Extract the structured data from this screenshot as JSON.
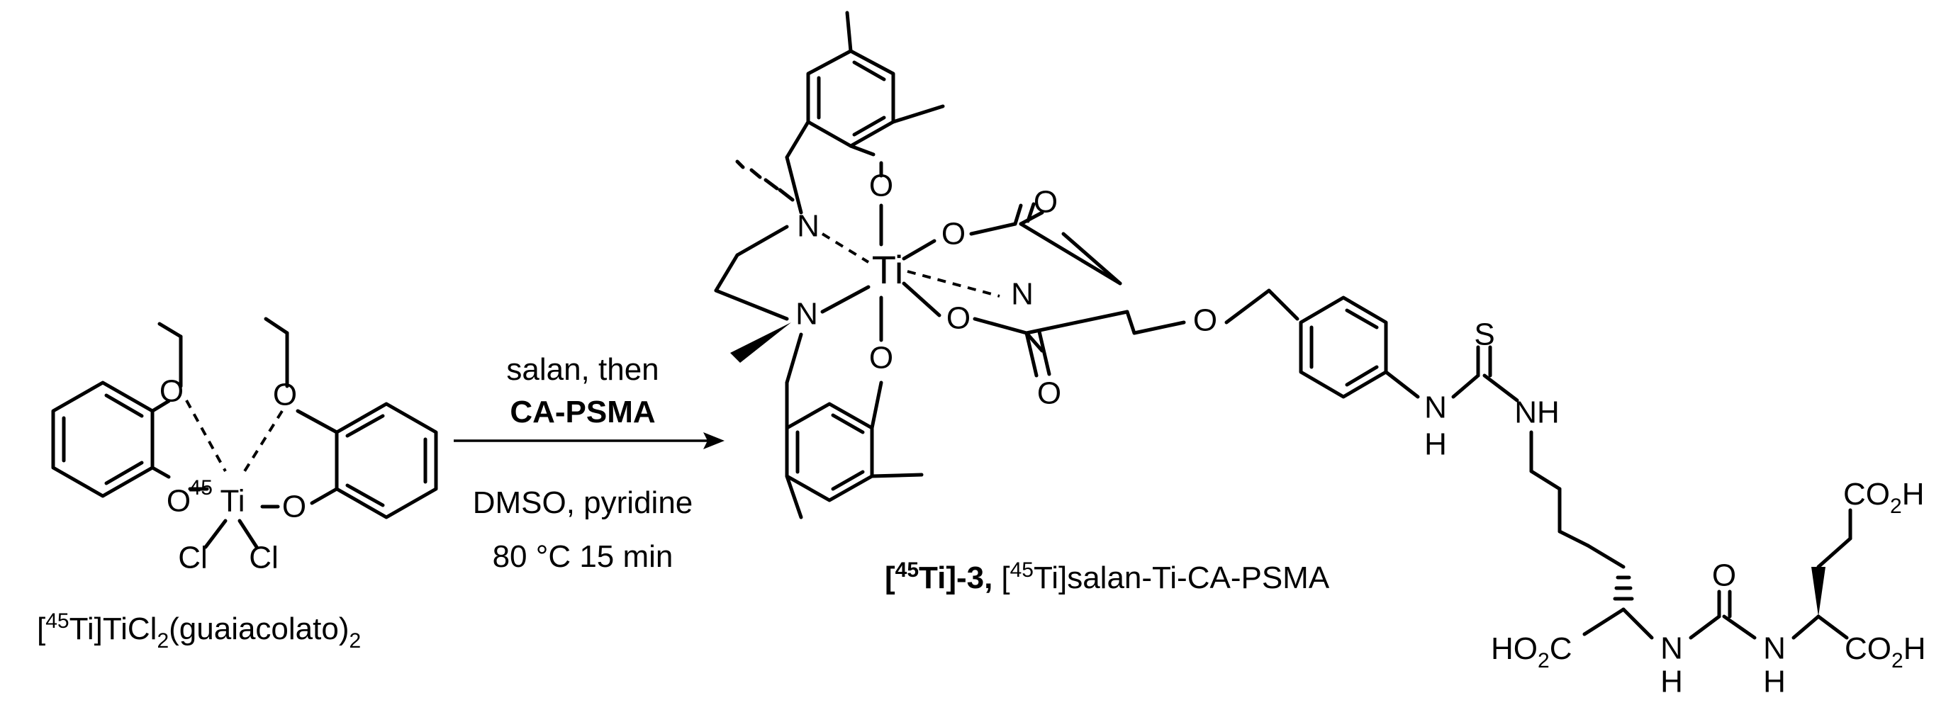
{
  "reactant": {
    "isotope": "45",
    "name_prefix": "[",
    "name_mid": "Ti]TiCl",
    "name_sub": "2",
    "name_tail": "(guaiacolato)",
    "name_sub2": "2",
    "atoms": {
      "ti": "Ti",
      "o": "O",
      "cl": "Cl"
    }
  },
  "arrow": {
    "reagent_line1": "salan, then",
    "reagent_line2": "CA-PSMA",
    "condition_line1": "DMSO, pyridine",
    "condition_line2": "80 °C 15 min"
  },
  "product": {
    "id_bracket_open": "[",
    "id_isotope": "45",
    "id_rest": "Ti]-3,",
    "name_bracket_open": "[",
    "name_isotope": "45",
    "name_rest": "Ti]salan-Ti-CA-PSMA",
    "atoms": {
      "ti": "Ti",
      "n": "N",
      "o": "O",
      "s": "S",
      "h": "H",
      "nh": "NH",
      "co2h": "CO",
      "co2h_sub": "2",
      "co2h_tail": "H",
      "ho2c": "HO",
      "ho2c_sub": "2",
      "ho2c_tail": "C"
    }
  }
}
